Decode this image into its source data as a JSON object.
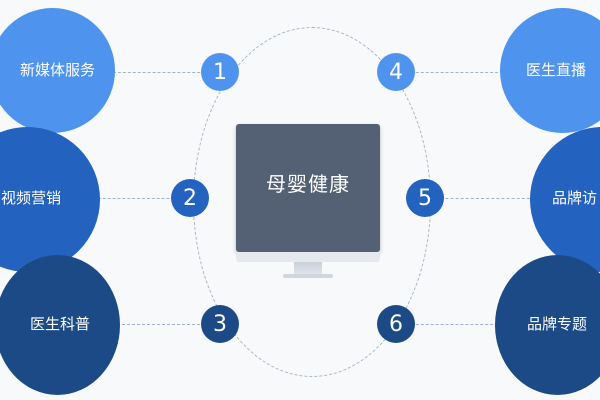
{
  "center": {
    "title": "母婴健康"
  },
  "left_items": [
    {
      "number": "1",
      "label": "新媒体服务"
    },
    {
      "number": "2",
      "label": "视频营销"
    },
    {
      "number": "3",
      "label": "医生科普"
    }
  ],
  "right_items": [
    {
      "number": "4",
      "label": "医生直播"
    },
    {
      "number": "5",
      "label": "品牌访"
    },
    {
      "number": "6",
      "label": "品牌专题"
    }
  ],
  "colors": {
    "light_blue": "#4e94ee",
    "mid_blue": "#2462bf",
    "dark_blue": "#1b4a86",
    "monitor_screen": "#546175",
    "background": "#f7f9fb"
  }
}
